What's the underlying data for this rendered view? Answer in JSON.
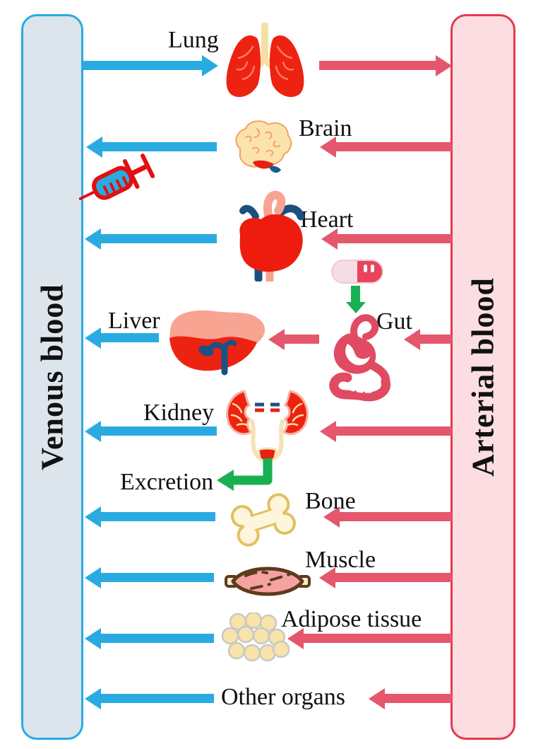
{
  "columns": {
    "venous": {
      "label": "Venous blood",
      "fill": "#dce4ec",
      "border": "#29abe2"
    },
    "arterial": {
      "label": "Arterial blood",
      "fill": "#fcdee2",
      "border": "#e6394d"
    }
  },
  "labels": {
    "lung": "Lung",
    "brain": "Brain",
    "heart": "Heart",
    "liver": "Liver",
    "gut": "Gut",
    "kidney": "Kidney",
    "excretion": "Excretion",
    "bone": "Bone",
    "muscle": "Muscle",
    "adipose": "Adipose tissue",
    "other_organs": "Other organs"
  },
  "colors": {
    "venous_arrow": "#29abe2",
    "arterial_arrow": "#e4576c",
    "admin_excretion_arrow": "#19b052",
    "organ_red": "#ee2211",
    "cream": "#f6dfa2"
  },
  "icons": [
    "lung-icon",
    "brain-icon",
    "syringe-icon",
    "heart-icon",
    "pill-icon",
    "gut-icon",
    "liver-icon",
    "kidney-icon",
    "bone-icon",
    "muscle-icon",
    "adipose-icon"
  ],
  "flows": [
    {
      "from": "Venous blood",
      "to": "Lung",
      "color": "blue"
    },
    {
      "from": "Lung",
      "to": "Arterial blood",
      "color": "pink"
    },
    {
      "from": "Arterial blood",
      "to": "Brain",
      "color": "pink"
    },
    {
      "from": "Brain",
      "to": "Venous blood",
      "color": "blue"
    },
    {
      "from": "Syringe (IV dose)",
      "to": "Venous blood",
      "color": "icon"
    },
    {
      "from": "Arterial blood",
      "to": "Heart",
      "color": "pink"
    },
    {
      "from": "Heart",
      "to": "Venous blood",
      "color": "blue"
    },
    {
      "from": "Pill (oral dose)",
      "to": "Gut",
      "color": "green"
    },
    {
      "from": "Arterial blood",
      "to": "Gut",
      "color": "pink"
    },
    {
      "from": "Gut",
      "to": "Liver",
      "color": "pink"
    },
    {
      "from": "Liver",
      "to": "Venous blood",
      "color": "blue"
    },
    {
      "from": "Arterial blood",
      "to": "Kidney",
      "color": "pink"
    },
    {
      "from": "Kidney",
      "to": "Venous blood",
      "color": "blue"
    },
    {
      "from": "Kidney",
      "to": "Excretion",
      "color": "green"
    },
    {
      "from": "Arterial blood",
      "to": "Bone",
      "color": "pink"
    },
    {
      "from": "Bone",
      "to": "Venous blood",
      "color": "blue"
    },
    {
      "from": "Arterial blood",
      "to": "Muscle",
      "color": "pink"
    },
    {
      "from": "Muscle",
      "to": "Venous blood",
      "color": "blue"
    },
    {
      "from": "Arterial blood",
      "to": "Adipose tissue",
      "color": "pink"
    },
    {
      "from": "Adipose tissue",
      "to": "Venous blood",
      "color": "blue"
    },
    {
      "from": "Arterial blood",
      "to": "Other organs",
      "color": "pink"
    },
    {
      "from": "Other organs",
      "to": "Venous blood",
      "color": "blue"
    }
  ]
}
